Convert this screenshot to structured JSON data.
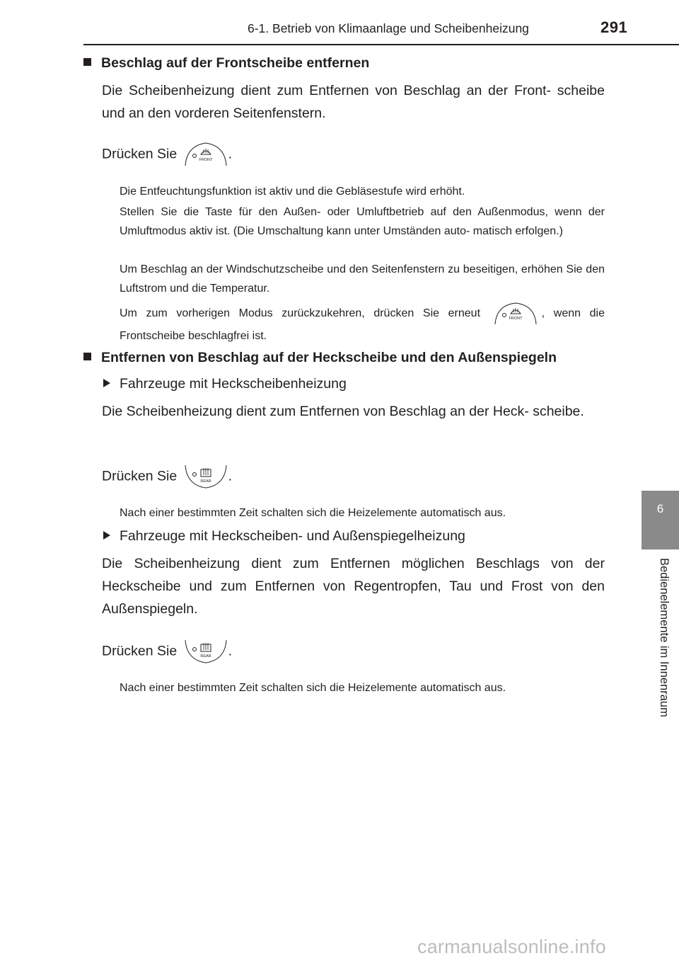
{
  "header": {
    "title": "6-1. Betrieb von Klimaanlage und Scheibenheizung",
    "page_number": "291"
  },
  "side_tab": {
    "number": "6",
    "label": "Bedienelemente im Innenraum"
  },
  "section1": {
    "heading": "Beschlag auf der Frontscheibe entfernen",
    "paragraph": "Die Scheibenheizung dient zum Entfernen von Beschlag an der Front- scheibe und an den vorderen Seitenfenstern.",
    "press_prefix": "Drücken Sie",
    "press_suffix": ".",
    "button_label": "FRONT",
    "note1": "Die Entfeuchtungsfunktion ist aktiv und die Gebläsestufe wird erhöht.",
    "note2": "Stellen Sie die Taste für den Außen- oder Umluftbetrieb auf den Außenmodus, wenn der Umluftmodus aktiv ist. (Die Umschaltung kann unter Umständen auto- matisch erfolgen.)",
    "note3": "Um Beschlag an der Windschutzscheibe und den Seitenfenstern zu beseitigen, erhöhen Sie den Luftstrom und die Temperatur.",
    "note4_before": "Um zum vorherigen Modus zurückzukehren, drücken Sie erneut",
    "note4_after": ", wenn die Frontscheibe beschlagfrei ist."
  },
  "section2": {
    "heading": "Entfernen von Beschlag auf der Heckscheibe und den Außenspiegeln",
    "button_label": "REAR",
    "subsection1": {
      "title": "Fahrzeuge mit Heckscheibenheizung",
      "paragraph": "Die Scheibenheizung dient zum Entfernen von Beschlag an der Heck- scheibe.",
      "press_prefix": "Drücken Sie",
      "press_suffix": ".",
      "note": "Nach einer bestimmten Zeit schalten sich die Heizelemente automatisch aus."
    },
    "subsection2": {
      "title": "Fahrzeuge mit Heckscheiben- und Außenspiegelheizung",
      "paragraph": "Die Scheibenheizung dient zum Entfernen möglichen Beschlags von der Heckscheibe und zum Entfernen von Regentropfen, Tau und Frost von den Außenspiegeln.",
      "press_prefix": "Drücken Sie",
      "press_suffix": ".",
      "note": "Nach einer bestimmten Zeit schalten sich die Heizelemente automatisch aus."
    }
  },
  "watermark": "carmanualsonline.info"
}
